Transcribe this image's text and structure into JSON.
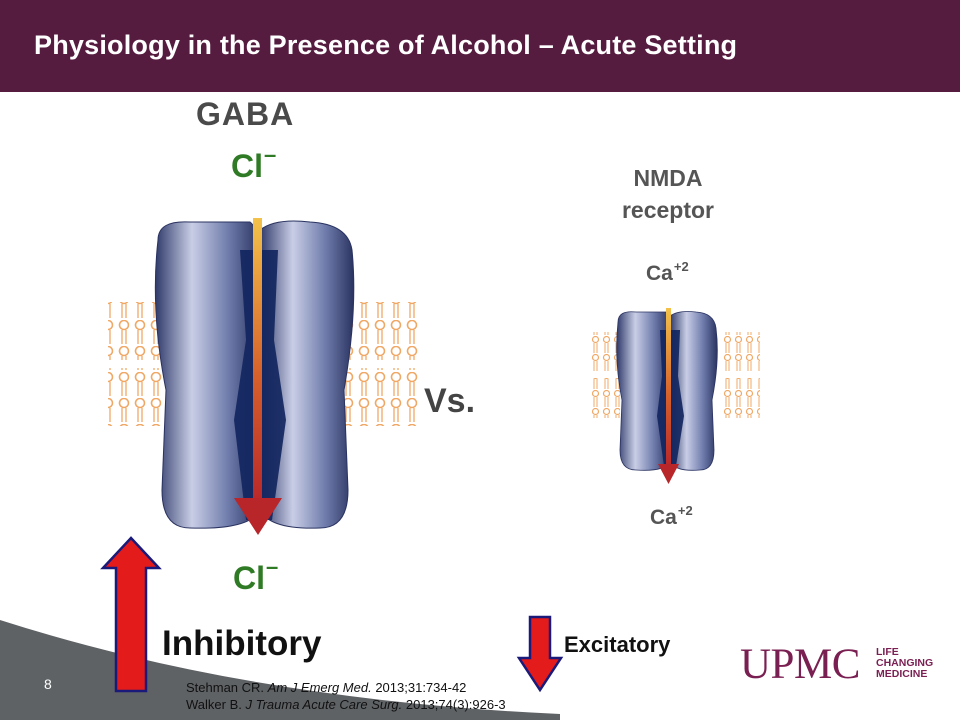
{
  "slide": {
    "title": "Physiology in the Presence of Alcohol – Acute Setting",
    "page_number": "8"
  },
  "gaba": {
    "label": "GABA",
    "ion_top": "Cl",
    "ion_top_charge": "–",
    "ion_bottom": "Cl",
    "ion_bottom_charge": "–"
  },
  "nmda": {
    "label_line1": "NMDA",
    "label_line2": "receptor",
    "ion_top": "Ca",
    "ion_top_charge": "+2",
    "ion_bottom": "Ca",
    "ion_bottom_charge": "+2"
  },
  "comparison": {
    "vs_label": "Vs."
  },
  "effects": {
    "inhibitory_label": "Inhibitory",
    "excitatory_label": "Excitatory"
  },
  "references": {
    "ref1_authors": "Stehman CR.",
    "ref1_journal": "Am J Emerg Med.",
    "ref1_detail": "2013;31:734-42",
    "ref2_authors": "Walker B.",
    "ref2_journal": "J Trauma Acute Care Surg.",
    "ref2_detail": "2013;74(3):926-3"
  },
  "logo": {
    "name": "UPMC",
    "tagline_1": "LIFE",
    "tagline_2": "CHANGING",
    "tagline_3": "MEDICINE"
  },
  "colors": {
    "header": "#561c40",
    "footer_gray": "#5f6265",
    "arrow_red": "#e41b1b",
    "arrow_outline": "#1a1a7a",
    "channel_blue": "#5c6a9a",
    "ion_green": "#2f7a24",
    "brand": "#7a1f52"
  }
}
